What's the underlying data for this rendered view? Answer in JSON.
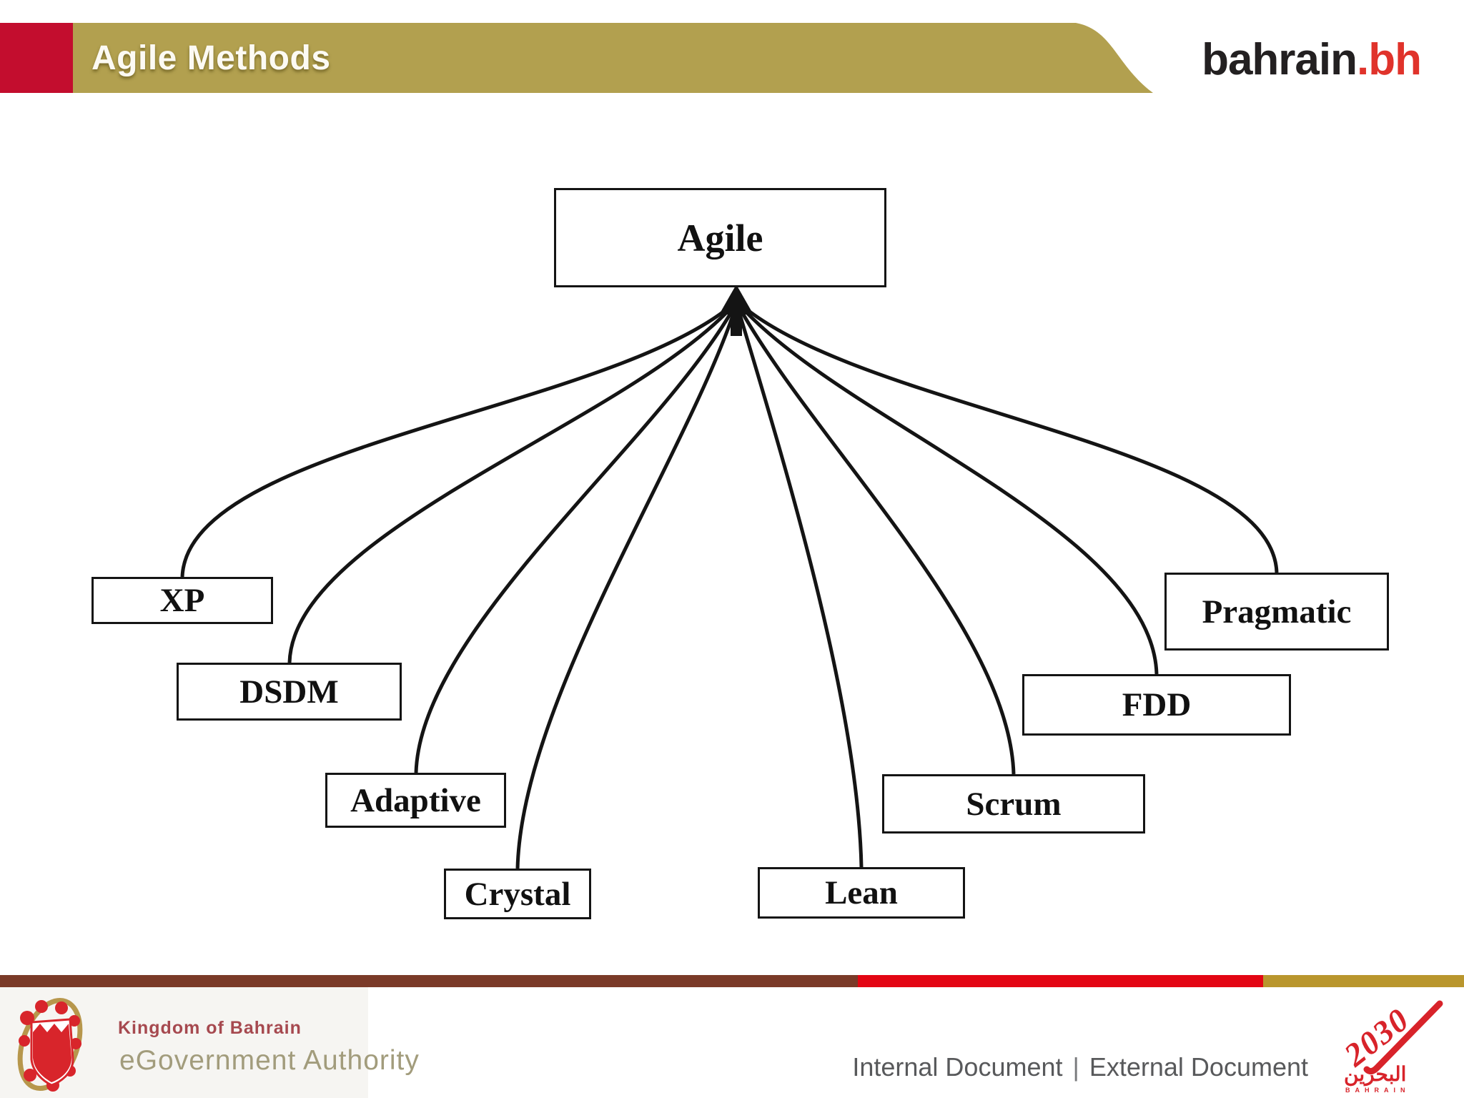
{
  "header": {
    "title": "Agile Methods",
    "brand_black": "bahrain",
    "brand_red": ".bh"
  },
  "diagram": {
    "root": "Agile",
    "methods": [
      "XP",
      "DSDM",
      "Adaptive",
      "Crystal",
      "Lean",
      "Scrum",
      "FDD",
      "Pragmatic"
    ]
  },
  "footer": {
    "kingdom": "Kingdom of Bahrain",
    "authority": "eGovernment Authority",
    "doc_internal": "Internal Document",
    "doc_separator": "|",
    "doc_external": "External Document",
    "vision_year": "2030",
    "vision_arabic": "البحرين",
    "vision_latin": "BAHRAIN"
  },
  "colors": {
    "header_gold": "#B2A04F",
    "header_red": "#C30D2E",
    "brand_black": "#232021",
    "brand_red": "#E0332B",
    "line_black": "#141414",
    "footer_brown": "#7A3A28",
    "footer_red": "#E30613",
    "footer_gold": "#B9962D",
    "kingdom_text": "#A6494F",
    "authority_text": "#A29C7C",
    "doc_text": "#58595B",
    "vision_red": "#D8232A"
  }
}
